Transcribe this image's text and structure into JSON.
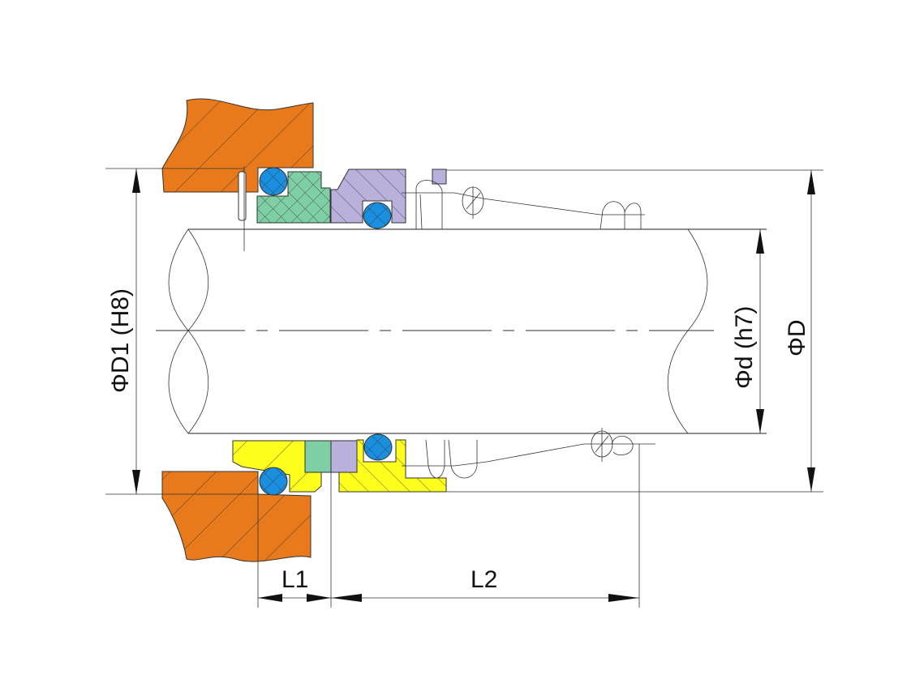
{
  "diagram": {
    "title": "Mechanical seal installation dimensions",
    "labels": {
      "D1": "ΦD1 (H8)",
      "d": "Φd (h7)",
      "D": "ΦD",
      "L1": "L1",
      "L2": "L2"
    },
    "colors": {
      "housing": "#e87a1c",
      "oring": "#1a8fe0",
      "seat": "#7fcfa6",
      "face": "#b9b0dc",
      "rotary": "#ffff1e"
    }
  }
}
